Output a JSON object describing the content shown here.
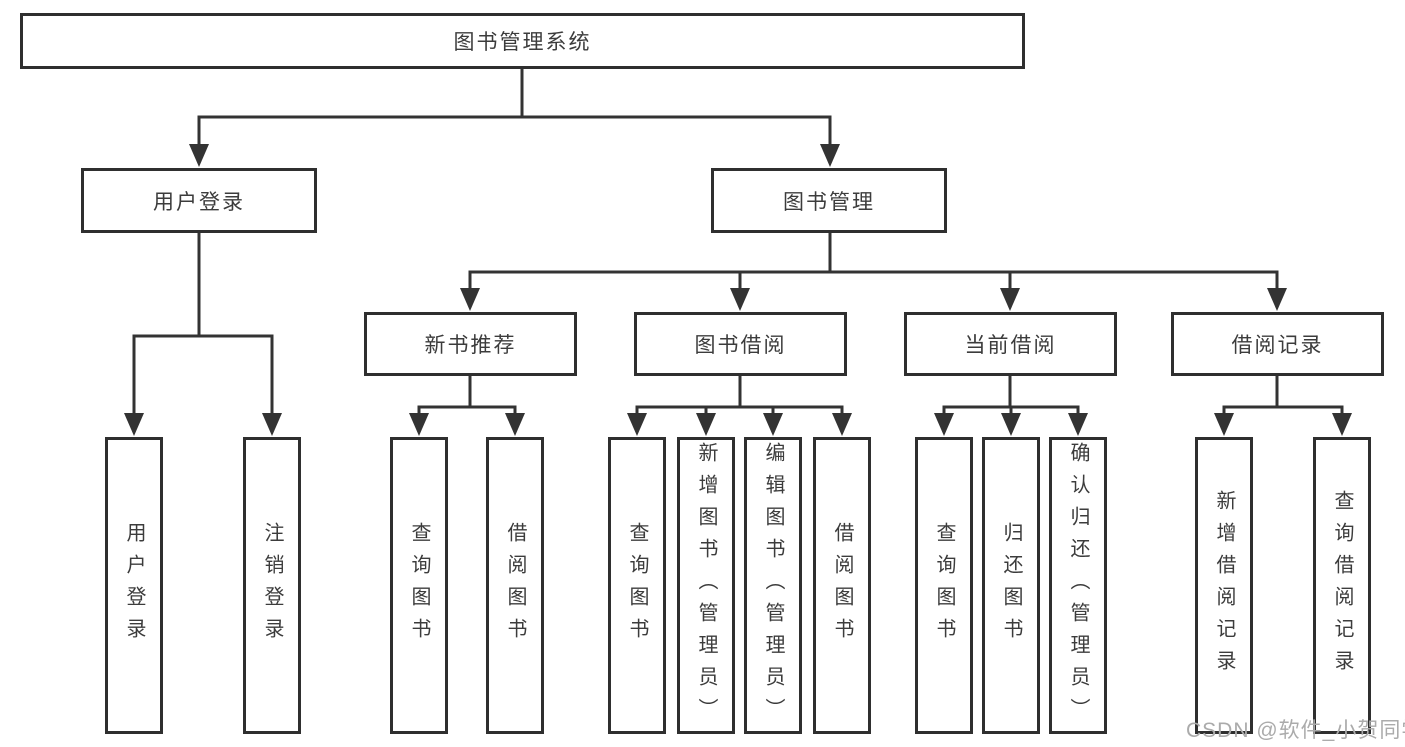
{
  "colors": {
    "line": "#333333",
    "border": "#2f2f2f",
    "text": "#3c3c3c",
    "watermark": "#ababab",
    "background": "#ffffff"
  },
  "tree": {
    "root": {
      "label": "图书管理系统"
    },
    "branches": [
      {
        "label": "用户登录",
        "leaves": [
          {
            "label": "用户登录"
          },
          {
            "label": "注销登录"
          }
        ]
      },
      {
        "label": "图书管理",
        "groups": [
          {
            "label": "新书推荐",
            "leaves": [
              {
                "label": "查询图书"
              },
              {
                "label": "借阅图书"
              }
            ]
          },
          {
            "label": "图书借阅",
            "leaves": [
              {
                "label": "查询图书"
              },
              {
                "label": "新增图书（管理员）"
              },
              {
                "label": "编辑图书（管理员）"
              },
              {
                "label": "借阅图书"
              }
            ]
          },
          {
            "label": "当前借阅",
            "leaves": [
              {
                "label": "查询图书"
              },
              {
                "label": "归还图书"
              },
              {
                "label": "确认归还（管理员）"
              }
            ]
          },
          {
            "label": "借阅记录",
            "leaves": [
              {
                "label": "新增借阅记录"
              },
              {
                "label": "查询借阅记录"
              }
            ]
          }
        ]
      }
    ]
  },
  "watermark": {
    "text": "CSDN @软件_小贺同学"
  }
}
